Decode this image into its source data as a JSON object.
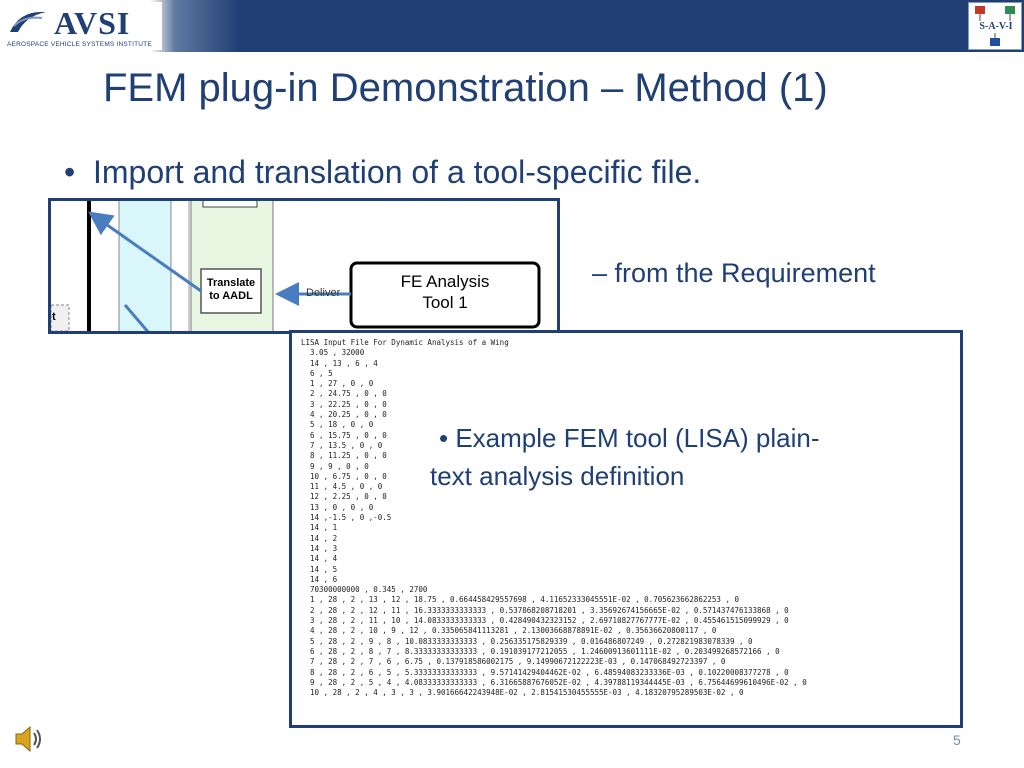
{
  "header": {
    "logo_text": "AVSI",
    "logo_subtitle": "AEROSPACE VEHICLE SYSTEMS INSTITUTE",
    "right_logo_text": "S-A-V-I",
    "colors": {
      "bar": "#1f3f75",
      "title": "#1f3f75",
      "frame": "#1f3f75"
    }
  },
  "slide": {
    "title": "FEM plug-in Demonstration – Method (1)",
    "bullet": "Import and translation of a tool-specific file.",
    "sub_bullet": "– from the Requirement",
    "slide_number": "5"
  },
  "diagram": {
    "translate_label_line1": "Translate",
    "translate_label_line2": "to AADL",
    "deliver_label": "Deliver",
    "fe_tool_line1": "FE Analysis",
    "fe_tool_line2": "Tool 1",
    "left_cut_label": "t"
  },
  "code_panel": {
    "lines": [
      "LISA Input File For Dynamic Analysis of a Wing",
      "  3.05 , 32000",
      "  14 , 13 , 6 , 4",
      "  6 , 5",
      "  1 , 27 , 0 , 0",
      "  2 , 24.75 , 0 , 0",
      "  3 , 22.25 , 0 , 0",
      "  4 , 20.25 , 0 , 0",
      "  5 , 18 , 0 , 0",
      "  6 , 15.75 , 0 , 0",
      "  7 , 13.5 , 0 , 0",
      "  8 , 11.25 , 0 , 0",
      "  9 , 9 , 0 , 0",
      "  10 , 6.75 , 0 , 0",
      "  11 , 4.5 , 0 , 0",
      "  12 , 2.25 , 0 , 0",
      "  13 , 0 , 0 , 0",
      "  14 ,-1.5 , 0 ,-0.5",
      "  14 , 1",
      "  14 , 2",
      "  14 , 3",
      "  14 , 4",
      "  14 , 5",
      "  14 , 6",
      "  70300000000 , 0.345 , 2700",
      "  1 , 28 , 2 , 13 , 12 , 18.75 , 0.664458429557698 , 4.11652333045551E-02 , 0.705623662862253 , 0",
      "  2 , 28 , 2 , 12 , 11 , 16.3333333333333 , 0.537868208718201 , 3.35692674156665E-02 , 0.571437476133868 , 0",
      "  3 , 28 , 2 , 11 , 10 , 14.0833333333333 , 0.428490432323152 , 2.69710827767777E-02 , 0.455461515099929 , 0",
      "  4 , 28 , 2 , 10 , 9 , 12 , 0.335065841113281 , 2.13003668878891E-02 , 0.35636620800117 , 0",
      "  5 , 28 , 2 , 9 , 8 , 10.0833333333333 , 0.256335175829339 , 0.016486807249 , 0.272821983078339 , 0",
      "  6 , 28 , 2 , 8 , 7 , 8.33333333333333 , 0.191039177212055 , 1.24600913601111E-02 , 0.203499268572166 , 0",
      "  7 , 28 , 2 , 7 , 6 , 6.75 , 0.137918586002175 , 9.14990672122223E-03 , 0.147068492723397 , 0",
      "  8 , 28 , 2 , 6 , 5 , 5.33333333333333 , 9.57141429404462E-02 , 6.48594083233336E-03 , 0.10220008377278 , 0",
      "  9 , 28 , 2 , 5 , 4 , 4.08333333333333 , 6.31665887676052E-02 , 4.39788119344445E-03 , 6.75644699610496E-02 , 0",
      "  10 , 28 , 2 , 4 , 3 , 3 , 3.90166642243948E-02 , 2.81541530455555E-03 , 4.18320795289503E-02 , 0"
    ],
    "callout_bullet": "•",
    "callout_line1": "Example FEM tool (LISA) plain-",
    "callout_line2": "text analysis definition"
  },
  "icons": {
    "speaker": "speaker-icon"
  }
}
